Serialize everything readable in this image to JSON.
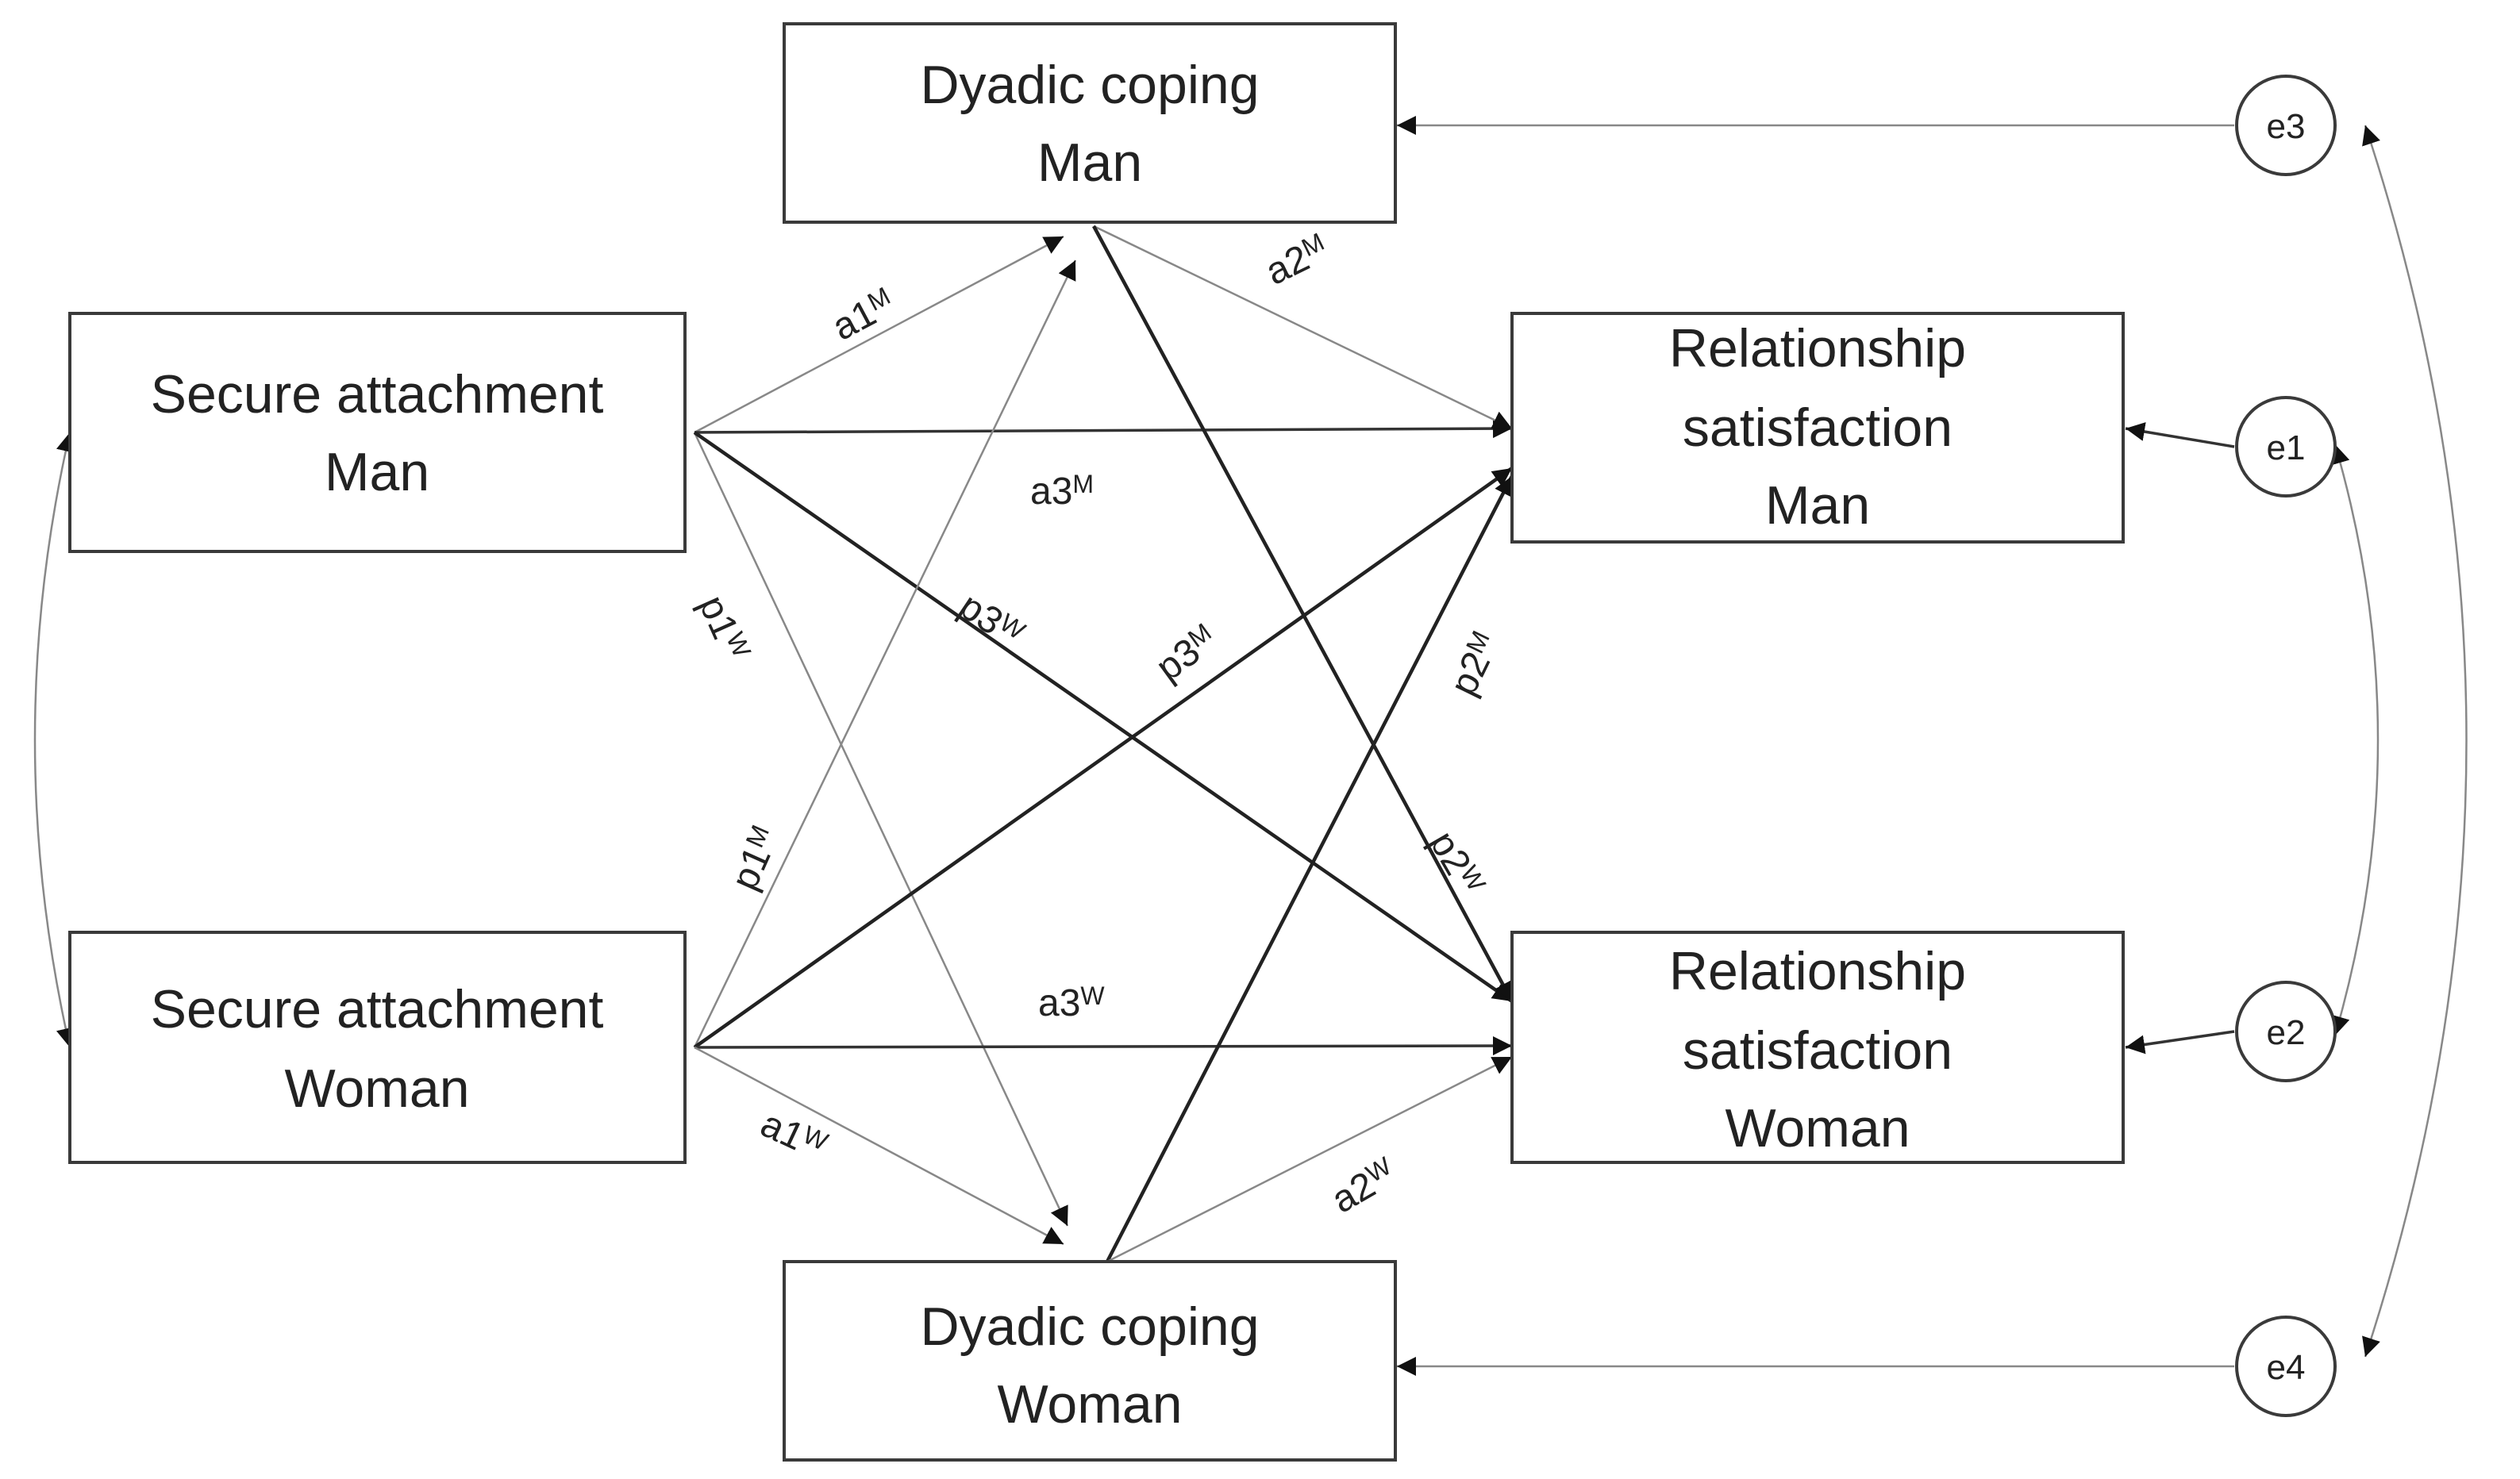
{
  "nodes": {
    "dc_man": [
      "Dyadic coping",
      "Man"
    ],
    "dc_woman": [
      "Dyadic coping",
      "Woman"
    ],
    "sa_man": [
      "Secure attachment",
      "Man"
    ],
    "sa_woman": [
      "Secure attachment",
      "Woman"
    ],
    "rs_man": [
      "Relationship",
      "satisfaction",
      "Man"
    ],
    "rs_woman": [
      "Relationship",
      "satisfaction",
      "Woman"
    ]
  },
  "errors": {
    "e1": "e1",
    "e2": "e2",
    "e3": "e3",
    "e4": "e4"
  },
  "paths": {
    "a1m": {
      "base": "a1",
      "sup": "M"
    },
    "a2m": {
      "base": "a2",
      "sup": "M"
    },
    "a3m": {
      "base": "a3",
      "sup": "M"
    },
    "p1w": {
      "base": "p1",
      "sup": "W"
    },
    "p3w": {
      "base": "p3",
      "sup": "W"
    },
    "p3m": {
      "base": "p3",
      "sup": "M"
    },
    "p2m": {
      "base": "p2",
      "sup": "M"
    },
    "p1m": {
      "base": "p1",
      "sup": "M"
    },
    "p2w": {
      "base": "p2",
      "sup": "W"
    },
    "a3w": {
      "base": "a3",
      "sup": "W"
    },
    "a1w": {
      "base": "a1",
      "sup": "W"
    },
    "a2w": {
      "base": "a2",
      "sup": "W"
    }
  }
}
